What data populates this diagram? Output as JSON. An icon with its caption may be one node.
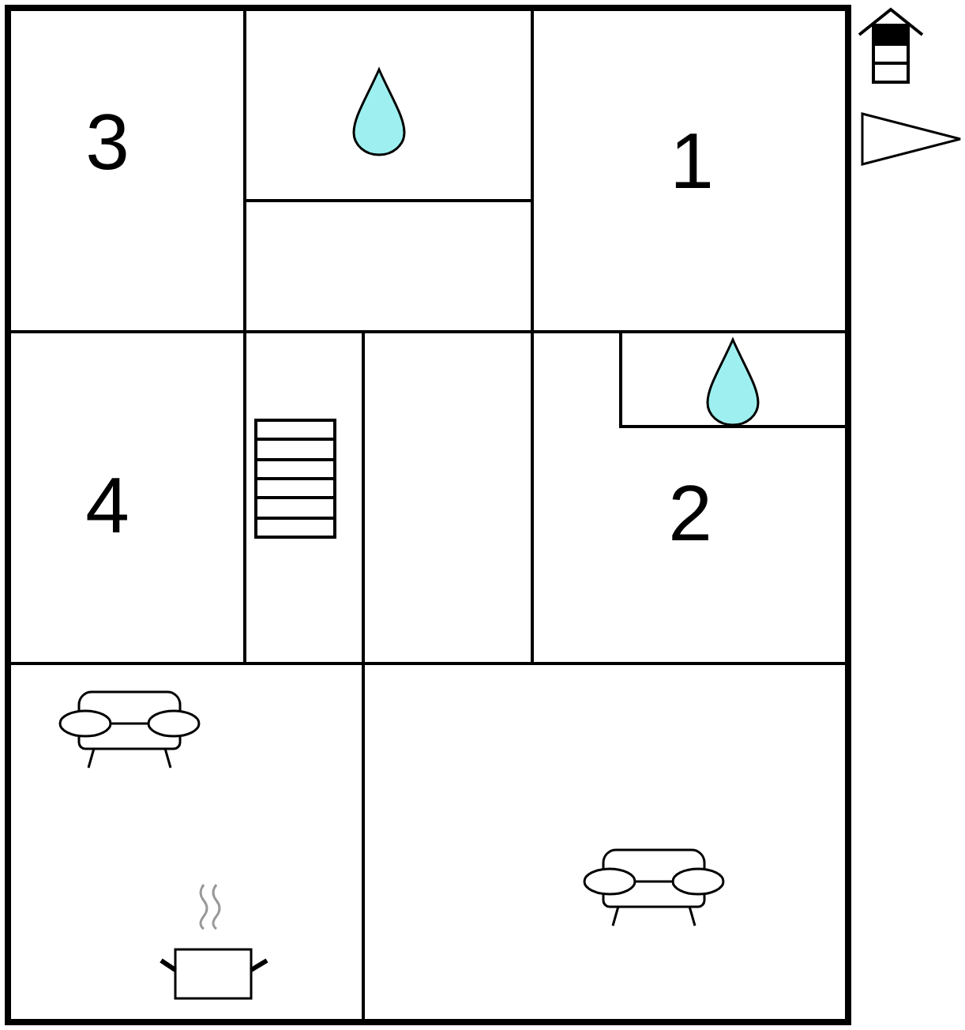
{
  "diagram": {
    "labels": [
      "3",
      "1",
      "4",
      "2"
    ]
  }
}
